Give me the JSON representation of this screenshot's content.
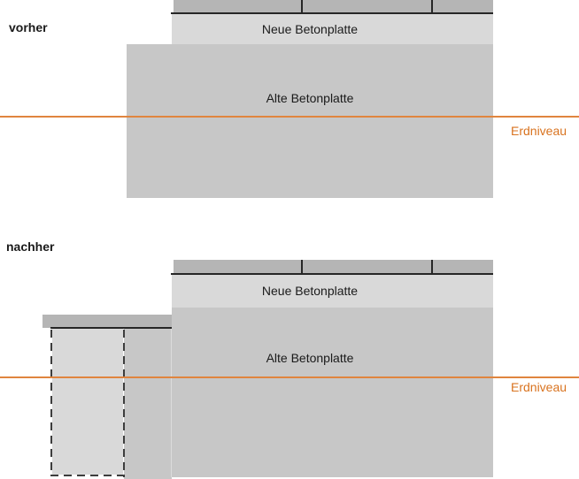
{
  "colors": {
    "pavement": "#b5b5b5",
    "new_concrete": "#d9d9d9",
    "old_concrete": "#c7c7c7",
    "line_black": "#262626",
    "dash": "#3d3d3d",
    "ground_line": "#e0853f",
    "ground_text": "#d9731f",
    "text": "#1a1a1a"
  },
  "sections": [
    {
      "label": "vorher",
      "new_slab": "Neue Betonplatte",
      "old_slab": "Alte Betonplatte",
      "ground": "Erdniveau"
    },
    {
      "label": "nachher",
      "new_slab": "Neue Betonplatte",
      "old_slab": "Alte Betonplatte",
      "ground": "Erdniveau"
    }
  ]
}
